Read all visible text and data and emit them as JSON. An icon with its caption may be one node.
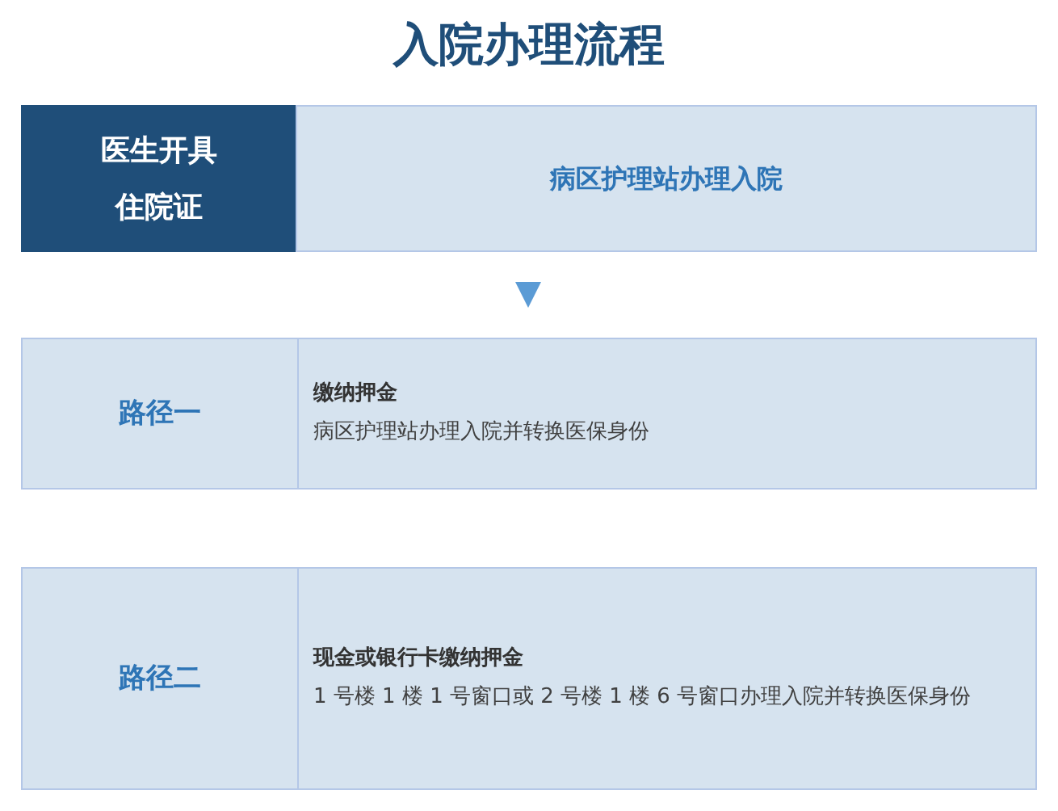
{
  "diagram": {
    "title": "入院办理流程",
    "nodes": [
      {
        "text": [
          "医生开具住院证"
        ]
      },
      {
        "text": [
          "病区护理站办理入院"
        ]
      },
      {
        "text": [
          "路径一"
        ]
      },
      {
        "text": [
          "缴纳押金",
          "病区护理站办理入院并转换医保身份"
        ]
      },
      {
        "text": [
          "路径二"
        ]
      },
      {
        "text": [
          "现金或银行卡缴纳押金",
          "1 号楼 1 楼 1 号窗口或 2 号楼 1 楼 6 号窗口办理入院并转换医保身份"
        ]
      }
    ],
    "edges": [
      {
        "from": 1,
        "to": 3,
        "arrow": "to"
      }
    ]
  }
}
